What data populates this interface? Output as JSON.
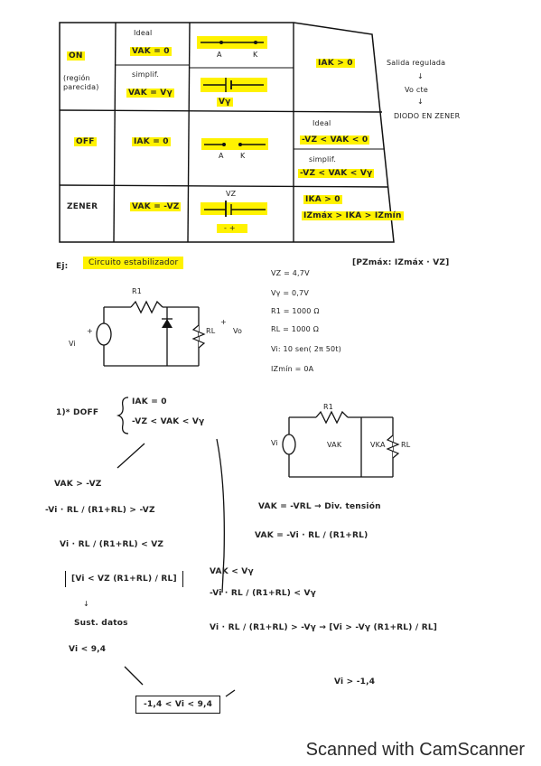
{
  "table": {
    "rows": [
      {
        "state": "ON",
        "state_note": "(región parecida)",
        "model_ideal_label": "Ideal",
        "model_ideal_eq": "VAK = 0",
        "model_simpl_label": "simplif.",
        "model_simpl_eq": "VAK = Vγ",
        "symbol_terminals": [
          "A",
          "K"
        ],
        "symbol_source": "Vγ",
        "condition": "IAK > 0"
      },
      {
        "state": "OFF",
        "model_eq": "IAK = 0",
        "symbol_terminals": [
          "A",
          "K"
        ],
        "cond_ideal_label": "Ideal",
        "cond_ideal": "-VZ < VAK < 0",
        "cond_simpl_label": "simplif.",
        "cond_simpl": "-VZ < VAK < Vγ"
      },
      {
        "state": "ZENER",
        "model_eq": "VAK = -VZ",
        "symbol_source": "VZ",
        "symbol_polarity": "- +",
        "condition_1": "IKA > 0",
        "condition_2": "IZmáx > IKA > IZmín"
      }
    ],
    "side_note": [
      "Salida regulada",
      "↓",
      "Vo cte",
      "↓",
      "DIODO EN ZENER"
    ]
  },
  "example": {
    "title_prefix": "Ej:",
    "title": "Circuito estabilizador",
    "pz_formula": "[PZmáx: IZmáx · VZ]",
    "params": [
      "VZ = 4,7V",
      "Vγ = 0,7V",
      "R1 = 1000 Ω",
      "RL = 1000 Ω",
      "Vi: 10 sen( 2π 50t)",
      "IZmín = 0A"
    ],
    "circuit_labels": {
      "r1": "R1",
      "rl": "RL",
      "vo": "Vo",
      "vi": "Vi",
      "plus": "+",
      "minus": "-"
    }
  },
  "solution": {
    "step": "1)* DOFF",
    "brace_1": "IAK = 0",
    "brace_2": "-VZ < VAK < Vγ",
    "left": [
      "VAK > -VZ",
      "-Vi · RL / (R1+RL) > -VZ",
      "Vi · RL / (R1+RL) < VZ",
      "[Vi < VZ (R1+RL) / RL]",
      "↓",
      "Sust. datos",
      "Vi < 9,4"
    ],
    "right_circuit_labels": {
      "r1": "R1",
      "vi": "Vi",
      "vak": "VAK",
      "vka": "VKA",
      "rl": "RL"
    },
    "right": [
      "VAK = -VRL → Div. tensión",
      "VAK = -Vi · RL / (R1+RL)"
    ],
    "mid": [
      "VAK < Vγ",
      "-Vi · RL / (R1+RL) < Vγ",
      "Vi · RL / (R1+RL) > -Vγ → [Vi > -Vγ (R1+RL) / RL]",
      "Vi > -1,4"
    ],
    "result": "-1,4 < Vi < 9,4"
  },
  "footer": {
    "text": "Scanned with CamScanner"
  }
}
